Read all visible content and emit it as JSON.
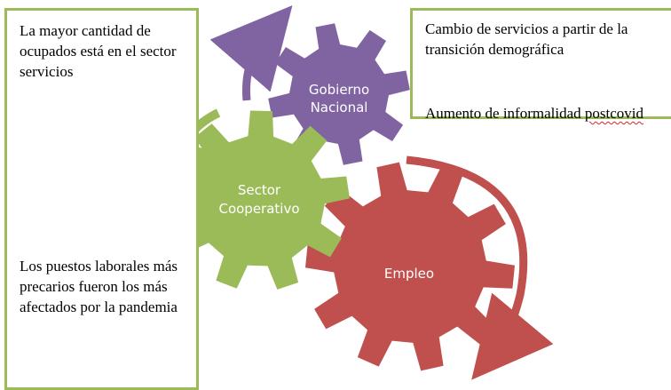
{
  "left_box": {
    "top_text": "La mayor cantidad de ocupados está en el sector servicios",
    "bottom_text": "Los puestos laborales más precarios fueron los más afectados por la pandemia"
  },
  "right_box": {
    "line1": "Cambio de servicios a partir de la transición demográfica",
    "line2_prefix": "Aumento de informalidad ",
    "line2_word": "postcovid"
  },
  "gears": {
    "gobierno": {
      "line1": "Gobierno",
      "line2": "Nacional",
      "color": "#8064a2"
    },
    "sector": {
      "line1": "Sector",
      "line2": "Cooperativo",
      "color": "#9bbb59"
    },
    "empleo": {
      "line1": "Empleo",
      "color": "#c0504d"
    }
  },
  "colors": {
    "box_border": "#9bbb59",
    "purple_arrow": "#8064a2",
    "green_arrow": "#9bbb59",
    "red_arrow": "#c0504d"
  }
}
